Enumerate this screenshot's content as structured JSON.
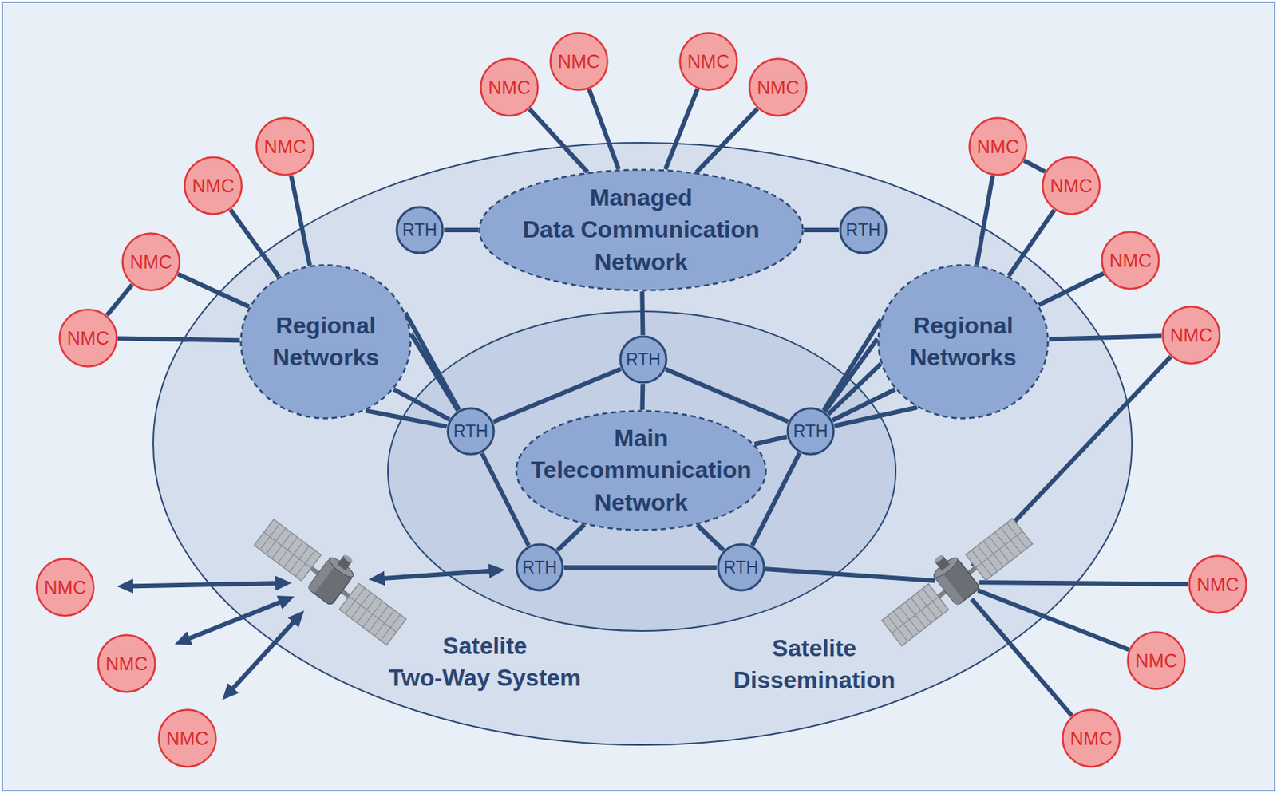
{
  "diagram": {
    "nodes": [
      {
        "text": [
          "NMC"
        ]
      },
      {
        "text": [
          "NMC"
        ]
      },
      {
        "text": [
          "NMC"
        ]
      },
      {
        "text": [
          "NMC"
        ]
      },
      {
        "text": [
          "NMC"
        ]
      },
      {
        "text": [
          "NMC"
        ]
      },
      {
        "text": [
          "NMC"
        ]
      },
      {
        "text": [
          "NMC"
        ]
      },
      {
        "text": [
          "RTH"
        ]
      },
      {
        "text": [
          "Managed Data Communication Network"
        ]
      },
      {
        "text": [
          "RTH"
        ]
      },
      {
        "text": [
          "NMC"
        ]
      },
      {
        "text": [
          "NMC"
        ]
      },
      {
        "text": [
          "Regional Networks"
        ]
      },
      {
        "text": [
          "Regional Networks"
        ]
      },
      {
        "text": [
          "NMC"
        ]
      },
      {
        "text": [
          "NMC"
        ]
      },
      {
        "text": [
          "RTH"
        ]
      },
      {
        "text": [
          "RTH"
        ]
      },
      {
        "text": [
          "RTH"
        ]
      },
      {
        "text": [
          "Main Telecommunication Network"
        ]
      },
      {
        "text": [
          "RTH"
        ]
      },
      {
        "text": [
          "RTH"
        ]
      },
      {
        "text": [
          "Satelite Two-Way System"
        ]
      },
      {
        "text": [
          "Satelite Dissemination"
        ]
      },
      {
        "text": [
          "NMC"
        ]
      },
      {
        "text": [
          "NMC"
        ]
      },
      {
        "text": [
          "NMC"
        ]
      },
      {
        "text": [
          "NMC"
        ]
      },
      {
        "text": [
          "NMC"
        ]
      },
      {
        "text": [
          "NMC"
        ]
      }
    ],
    "edges": [
      {
        "from": 2,
        "to": 9,
        "arrow": "none"
      },
      {
        "from": 0,
        "to": 9,
        "arrow": "none"
      },
      {
        "from": 1,
        "to": 9,
        "arrow": "none"
      },
      {
        "from": 3,
        "to": 9,
        "arrow": "none"
      },
      {
        "from": 8,
        "to": 9,
        "arrow": "none"
      },
      {
        "from": 9,
        "to": 10,
        "arrow": "none"
      },
      {
        "from": 9,
        "to": 17,
        "arrow": "none"
      },
      {
        "from": 4,
        "to": 13,
        "arrow": "none"
      },
      {
        "from": 6,
        "to": 13,
        "arrow": "none"
      },
      {
        "from": 12,
        "to": 13,
        "arrow": "none"
      },
      {
        "from": 16,
        "to": 13,
        "arrow": "none"
      },
      {
        "from": 12,
        "to": 16,
        "arrow": "none"
      },
      {
        "from": 13,
        "to": 18,
        "arrow": "none"
      },
      {
        "from": 13,
        "to": 18,
        "arrow": "none"
      },
      {
        "from": 13,
        "to": 18,
        "arrow": "none"
      },
      {
        "from": 13,
        "to": 18,
        "arrow": "none"
      },
      {
        "from": 5,
        "to": 14,
        "arrow": "none"
      },
      {
        "from": 7,
        "to": 14,
        "arrow": "none"
      },
      {
        "from": 5,
        "to": 7,
        "arrow": "none"
      },
      {
        "from": 11,
        "to": 14,
        "arrow": "none"
      },
      {
        "from": 15,
        "to": 14,
        "arrow": "none"
      },
      {
        "from": 14,
        "to": 19,
        "arrow": "none"
      },
      {
        "from": 14,
        "to": 19,
        "arrow": "none"
      },
      {
        "from": 14,
        "to": 19,
        "arrow": "none"
      },
      {
        "from": 14,
        "to": 19,
        "arrow": "none"
      },
      {
        "from": 14,
        "to": 19,
        "arrow": "none"
      },
      {
        "from": 17,
        "to": 18,
        "arrow": "none"
      },
      {
        "from": 17,
        "to": 19,
        "arrow": "none"
      },
      {
        "from": 18,
        "to": 21,
        "arrow": "none"
      },
      {
        "from": 19,
        "to": 22,
        "arrow": "none"
      },
      {
        "from": 21,
        "to": 22,
        "arrow": "none"
      },
      {
        "from": 17,
        "to": 20,
        "arrow": "none"
      },
      {
        "from": 19,
        "to": 20,
        "arrow": "none"
      },
      {
        "from": 21,
        "to": 20,
        "arrow": "none"
      },
      {
        "from": 22,
        "to": 20,
        "arrow": "none"
      },
      {
        "from": 23,
        "to": 21,
        "arrow": "both"
      },
      {
        "from": 23,
        "to": 25,
        "arrow": "both"
      },
      {
        "from": 23,
        "to": 27,
        "arrow": "both"
      },
      {
        "from": 23,
        "to": 29,
        "arrow": "both"
      },
      {
        "from": 22,
        "to": 24,
        "arrow": "none"
      },
      {
        "from": 24,
        "to": 26,
        "arrow": "none"
      },
      {
        "from": 24,
        "to": 28,
        "arrow": "none"
      },
      {
        "from": 24,
        "to": 30,
        "arrow": "none"
      },
      {
        "from": 24,
        "to": 15,
        "arrow": "none"
      }
    ]
  }
}
